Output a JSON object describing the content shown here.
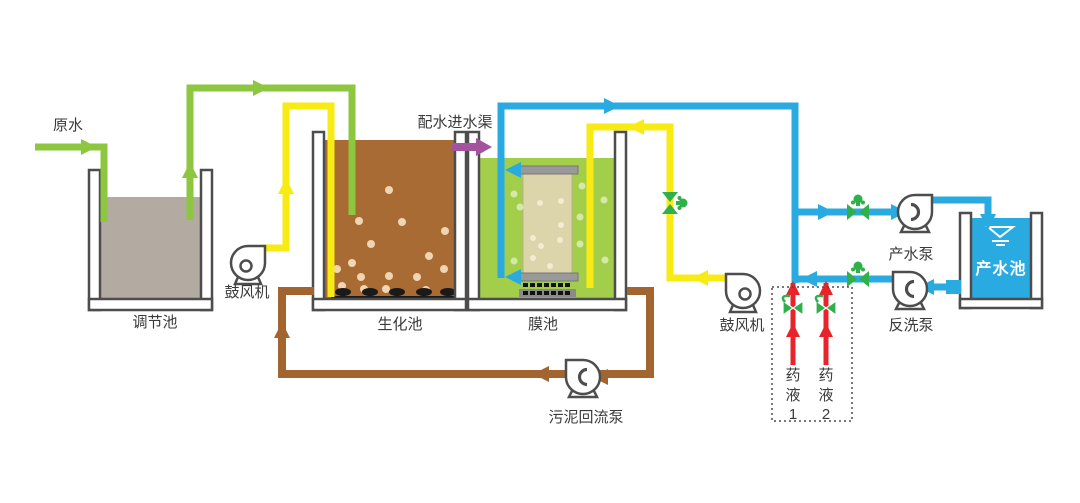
{
  "labels": {
    "raw_water": "原水",
    "regulating_tank": "调节池",
    "blower_left": "鼓风机",
    "biochemical_tank": "生化池",
    "inlet_channel": "配水进水渠",
    "membrane_tank": "膜池",
    "sludge_return_pump": "污泥回流泵",
    "blower_right": "鼓风机",
    "product_water_pump": "产水泵",
    "backwash_pump": "反洗泵",
    "product_water_tank": "产水池",
    "chemical_1": "药液1",
    "chemical_2": "药液2"
  },
  "colors": {
    "green": "#8dc63f",
    "yellow": "#f7eb13",
    "blue": "#29abe2",
    "brown": "#a2652f",
    "red": "#e8232b",
    "purple": "#a4539f",
    "valve": "#2fb04a",
    "outline": "#4d4d4d",
    "biochem_fill": "#a76b33",
    "membrane_fill": "#a3ce4c",
    "regulating_fill": "#b3aaa2",
    "product_fill": "#29abe2",
    "module_beige": "#dcd5ab",
    "cap_gray": "#999999",
    "bubble": "#f0d5b3"
  },
  "icons": {
    "pump": "volute-pump-icon",
    "blower": "centrifugal-blower-icon",
    "valve": "ball-valve-icon",
    "water_surface": "water-surface-icon",
    "aerator": "aeration-diffuser-icon",
    "membrane_module": "membrane-module-icon"
  }
}
